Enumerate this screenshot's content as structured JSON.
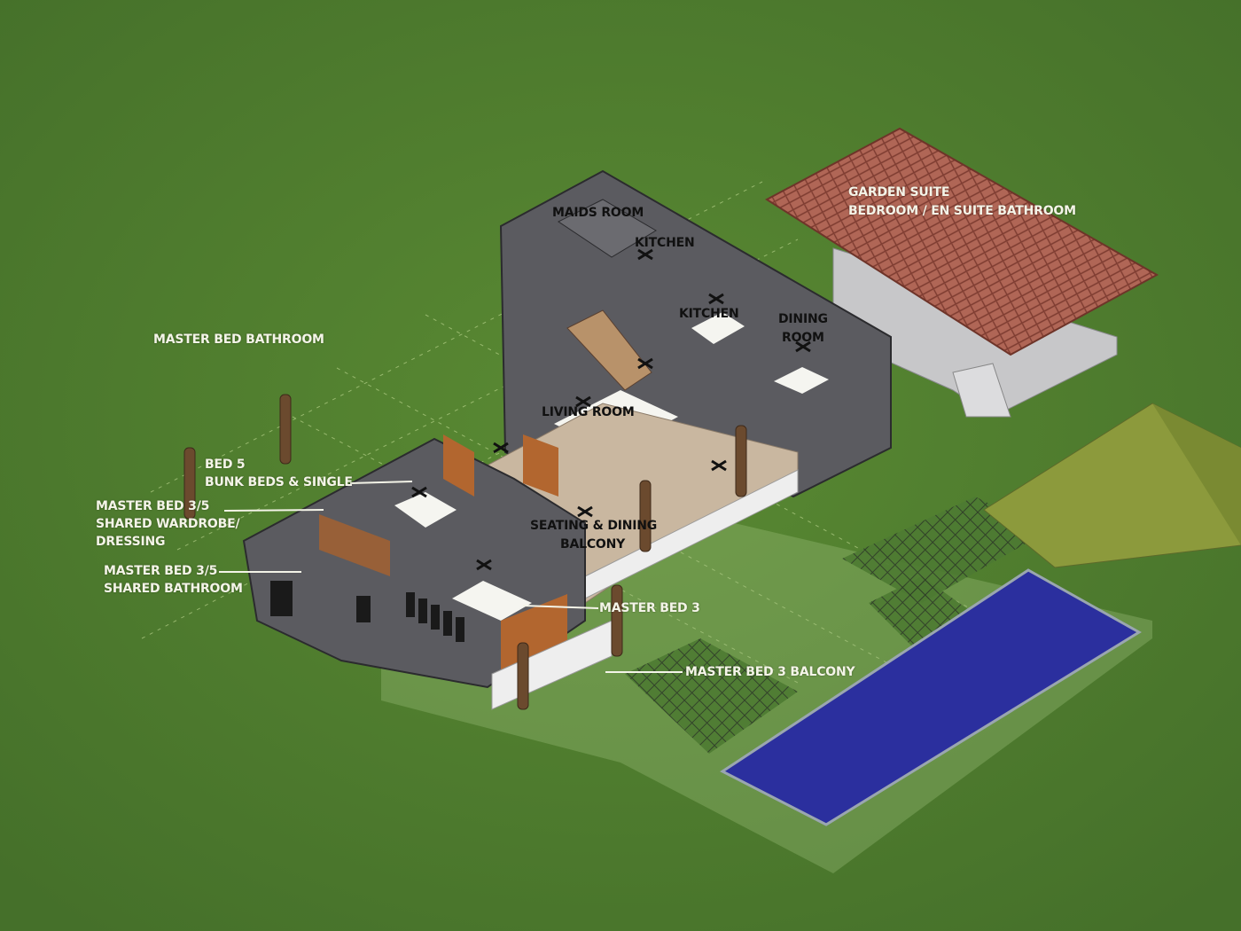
{
  "colors": {
    "lawn": "#4f7a2d",
    "walls": "#5b5b60",
    "roof": "#a4574a",
    "pool": "#2b2f9e",
    "gazebo_roof": "#8c9a3c",
    "balcony_floor": "#c9b7a0",
    "label_light": "#f4f4e8",
    "label_dark": "#111111"
  },
  "labels": {
    "garden_suite_1": "GARDEN SUITE",
    "garden_suite_2": "BEDROOM / EN SUITE BATHROOM",
    "maids_room": "MAIDS ROOM",
    "kitchen_1": "KITCHEN",
    "kitchen_2": "KITCHEN",
    "dining_room_1": "DINING",
    "dining_room_2": "ROOM",
    "living_room": "LIVING ROOM",
    "master_bed_bathroom": "MASTER BED BATHROOM",
    "bed5_1": "BED 5",
    "bed5_2": "BUNK BEDS & SINGLE",
    "wardrobe_1": "MASTER BED 3/5",
    "wardrobe_2": "SHARED WARDROBE/",
    "wardrobe_3": "DRESSING",
    "shared_bath_1": "MASTER BED 3/5",
    "shared_bath_2": "SHARED BATHROOM",
    "seating_1": "SEATING & DINING",
    "seating_2": "BALCONY",
    "master_bed_3": "MASTER BED 3",
    "master_bed_3_balcony": "MASTER BED 3 BALCONY"
  }
}
